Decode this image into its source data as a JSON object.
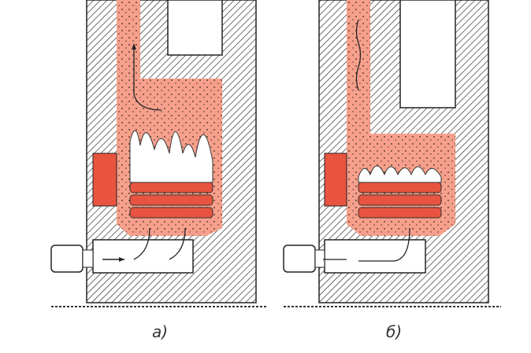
{
  "figures": [
    {
      "label": "а)",
      "variant": "tall flame, narrow combustion chamber"
    },
    {
      "label": "б)",
      "variant": "short flame, low combustion chamber"
    }
  ],
  "colors": {
    "fire": "#e8543f",
    "hot_gas": "#f6a08c",
    "hatch": "#333333",
    "flame": "#ffffff"
  }
}
